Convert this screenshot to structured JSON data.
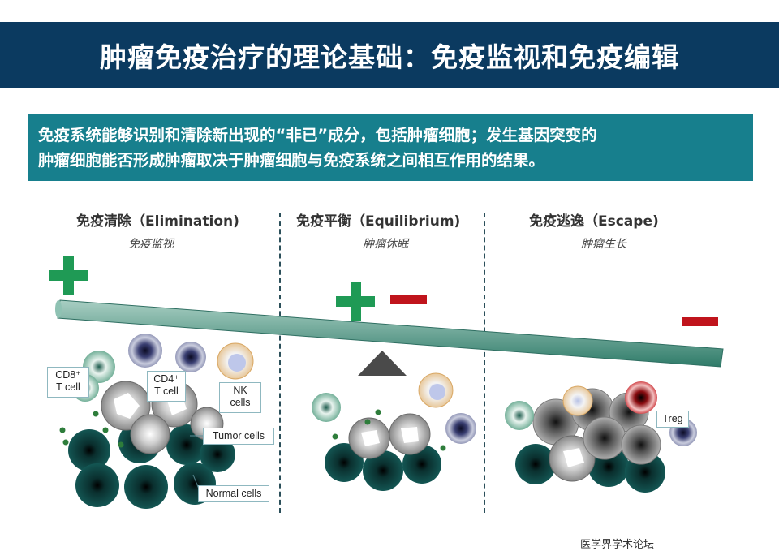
{
  "title": "肿瘤免疫治疗的理论基础：免疫监视和免疫编辑",
  "intro": {
    "line1": "免疫系统能够识别和清除新出现的“非已”成分，包括肿瘤细胞；发生基因突变的",
    "line2": "肿瘤细胞能否形成肿瘤取决于肿瘤细胞与免疫系统之间相互作用的结果。"
  },
  "stages": [
    {
      "title": "免疫清除（Elimination)",
      "subtitle": "免疫监视"
    },
    {
      "title": "免疫平衡（Equilibrium)",
      "subtitle": "肿瘤休眠"
    },
    {
      "title": "免疫逃逸（Escape)",
      "subtitle": "肿瘤生长"
    }
  ],
  "labels": {
    "cd8_line1": "CD8⁺",
    "cd8_line2": "T cell",
    "cd4_line1": "CD4⁺",
    "cd4_line2": "T cell",
    "nk_line1": "NK",
    "nk_line2": "cells",
    "tumor": "Tumor cells",
    "normal": "Normal cells",
    "treg": "Treg"
  },
  "watermark": "医学界学术论坛",
  "colors": {
    "title_band": "#0b3a60",
    "intro_box": "#177f8d",
    "plus": "#1f9a55",
    "minus": "#c0141c",
    "beam": "#3f8a78",
    "normal_cell": "#0e4a48"
  },
  "icons": [
    "plus-icon",
    "minus-icon",
    "fulcrum-triangle-icon"
  ]
}
